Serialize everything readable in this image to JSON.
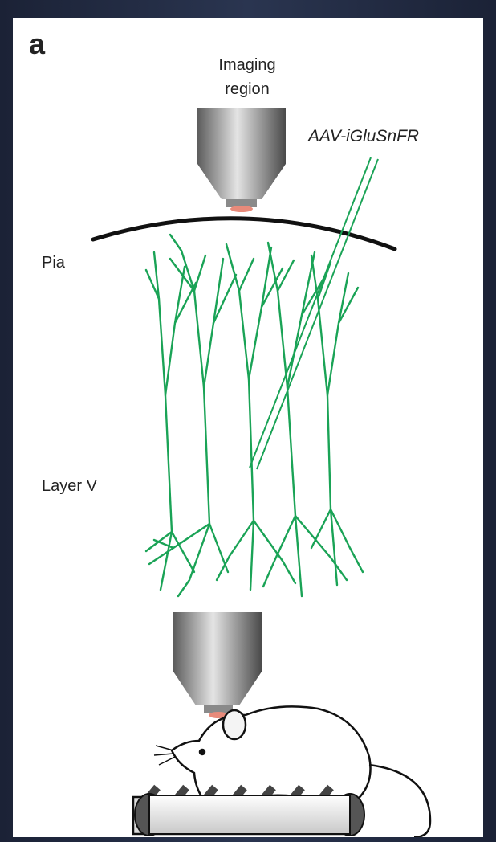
{
  "figure": {
    "panel_label": "a",
    "imaging_label": "Imaging\nregion",
    "virus_label": "AAV-iGluSnFR",
    "pia_label": "Pia",
    "layer_label": "Layer V"
  },
  "colors": {
    "neuron": "#1aa356",
    "surface": "#111111",
    "laser": "#e88a7a",
    "objective": "#9a9a9a"
  },
  "icons": [
    "objective-icon",
    "pipette-icon",
    "neuron-icon",
    "mouse-icon",
    "treadmill-icon"
  ]
}
